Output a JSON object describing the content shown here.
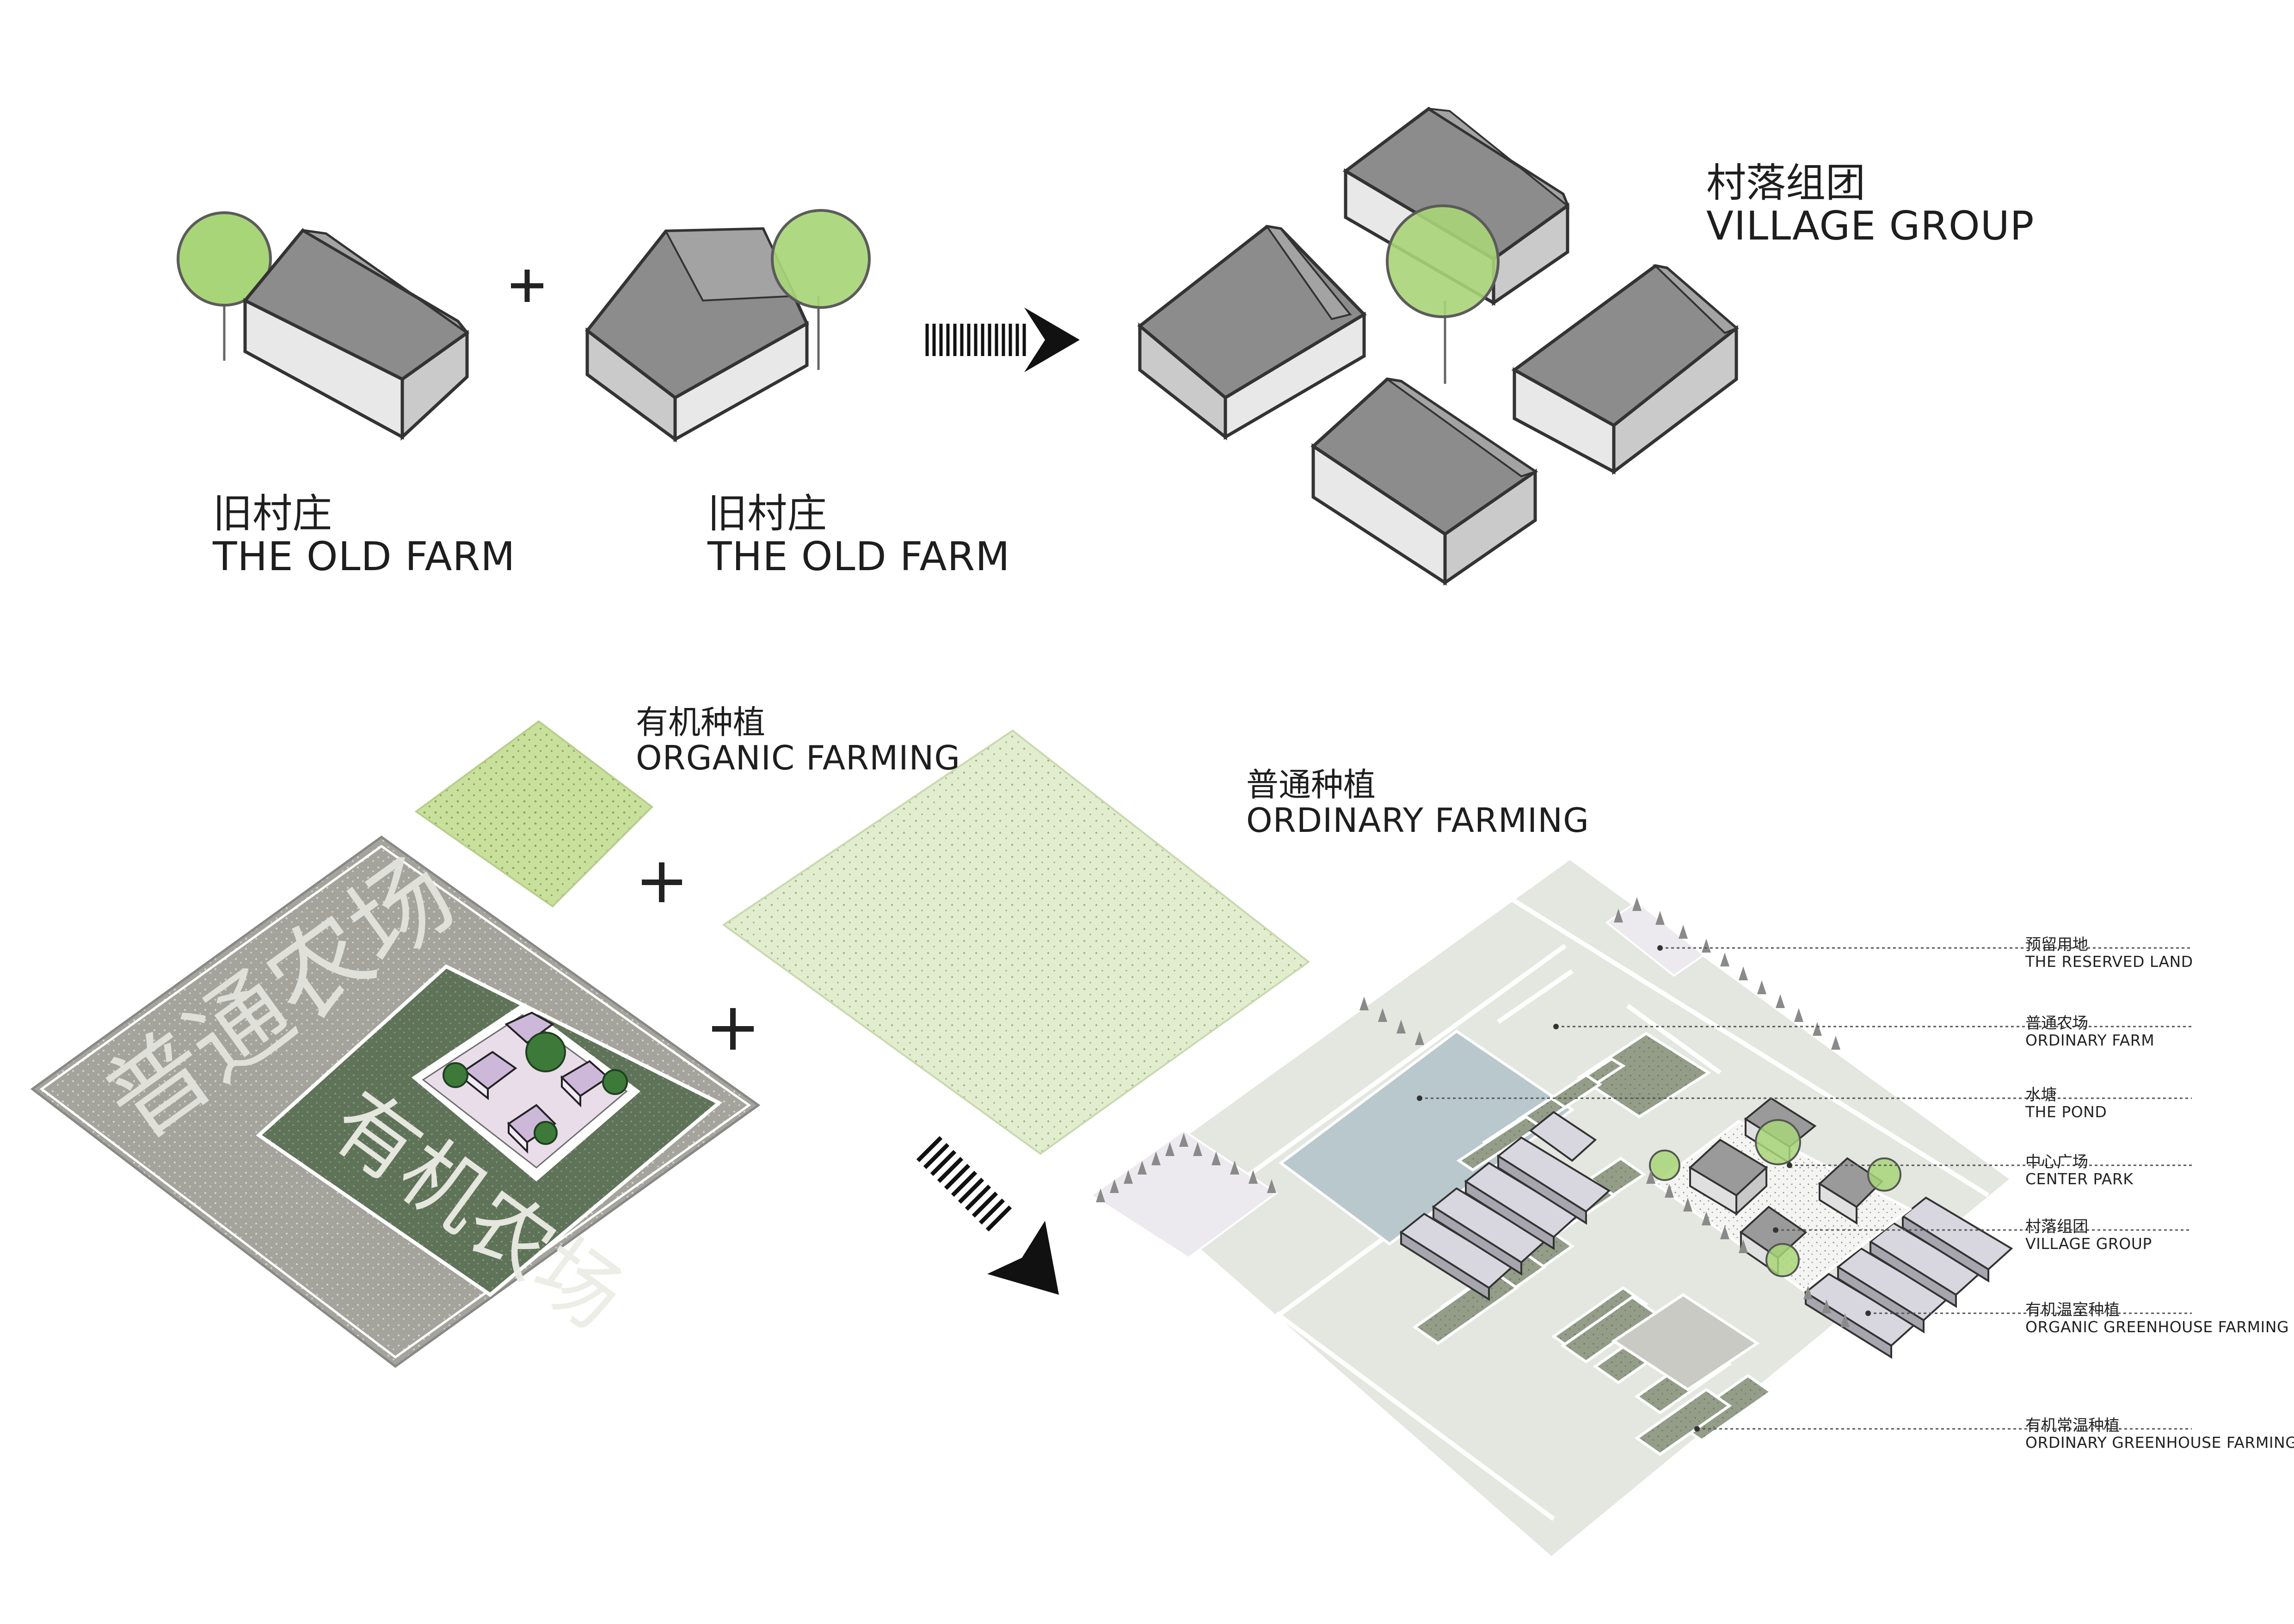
{
  "labels": {
    "old_farm_1": {
      "zh": "旧村庄",
      "en": "THE OLD FARM"
    },
    "old_farm_2": {
      "zh": "旧村庄",
      "en": "THE OLD FARM"
    },
    "village_group": {
      "zh": "村落组团",
      "en": "VILLAGE GROUP"
    },
    "organic_farming": {
      "zh": "有机种植",
      "en": "ORGANIC FARMING"
    },
    "ordinary_farming": {
      "zh": "普通种植",
      "en": "ORDINARY FARMING"
    }
  },
  "plan_text": {
    "ordinary_farm": "普通农场",
    "organic_farm": "有机农场"
  },
  "symbols": {
    "plus": "+"
  },
  "legend": [
    {
      "zh": "预留用地",
      "en": "THE RESERVED LAND"
    },
    {
      "zh": "普通农场",
      "en": "ORDINARY FARM"
    },
    {
      "zh": "水塘",
      "en": "THE POND"
    },
    {
      "zh": "中心广场",
      "en": "CENTER PARK"
    },
    {
      "zh": "村落组团",
      "en": "VILLAGE GROUP"
    },
    {
      "zh": "有机温室种植",
      "en": "ORGANIC GREENHOUSE FARMING"
    },
    {
      "zh": "有机常温种植",
      "en": "ORDINARY GREENHOUSE FARMING"
    }
  ],
  "colors": {
    "tree": "#a8d578",
    "roof_dark": "#8c8c8c",
    "wall_light": "#e6e6e6",
    "wall_mid": "#c8c8c8",
    "organic_green": "#c9e09d",
    "ordinary_green": "#e2edcf",
    "field_dark": "#5f7358",
    "field_mid": "#939d88",
    "ground": "#e4e6e0",
    "pond": "#b9c8cc",
    "plan_grey": "#a4a49c"
  }
}
